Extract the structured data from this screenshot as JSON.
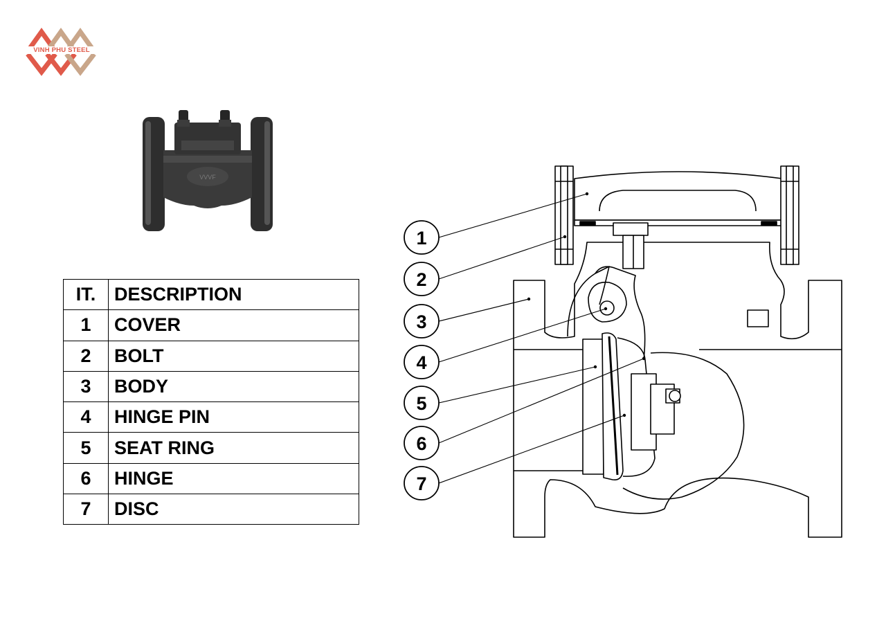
{
  "logo": {
    "text": "VINH PHU STEEL",
    "colors": [
      "#e05a4a",
      "#c9a68a"
    ]
  },
  "table": {
    "header": {
      "it": "IT.",
      "description": "DESCRIPTION"
    },
    "rows": [
      {
        "it": "1",
        "description": "COVER"
      },
      {
        "it": "2",
        "description": "BOLT"
      },
      {
        "it": "3",
        "description": "BODY"
      },
      {
        "it": "4",
        "description": "HINGE PIN"
      },
      {
        "it": "5",
        "description": "SEAT RING"
      },
      {
        "it": "6",
        "description": "HINGE"
      },
      {
        "it": "7",
        "description": "DISC"
      }
    ]
  },
  "diagram": {
    "callouts": [
      "1",
      "2",
      "3",
      "4",
      "5",
      "6",
      "7"
    ]
  }
}
